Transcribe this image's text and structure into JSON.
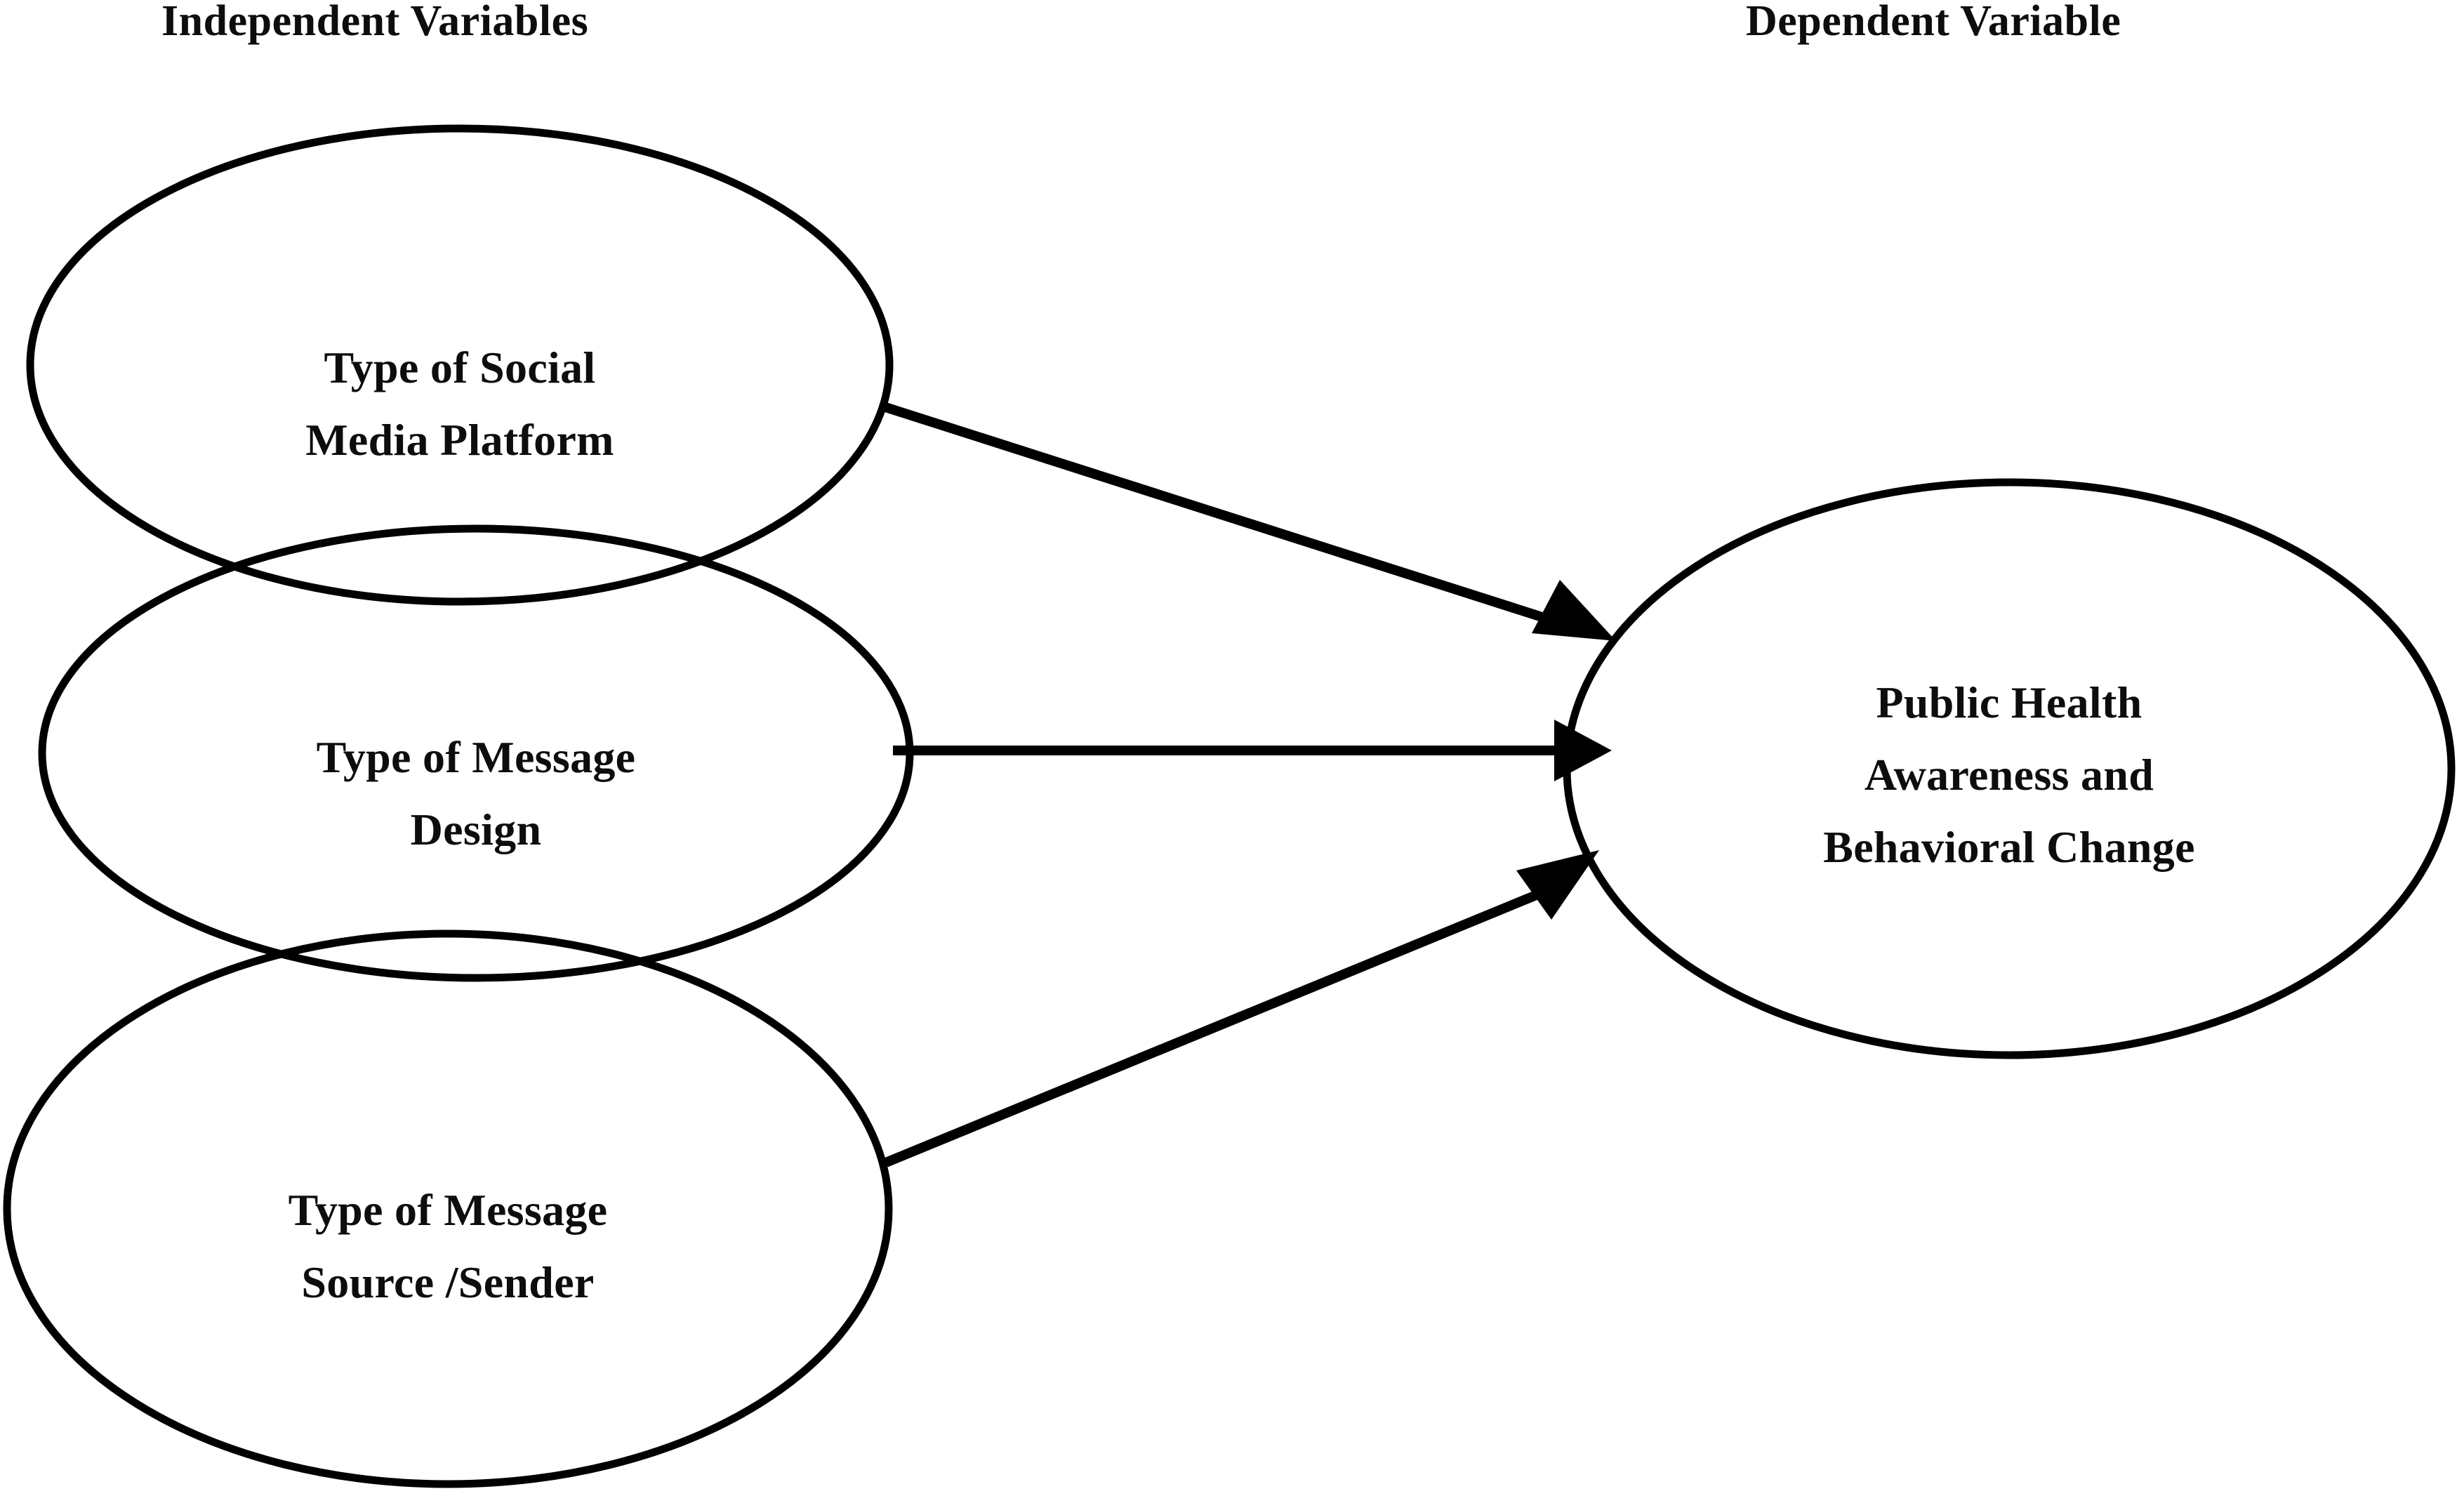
{
  "figure": {
    "type": "conceptual-framework-diagram",
    "background_color": "#ffffff",
    "stroke_color": "#000000",
    "text_color": "#0d0d0d"
  },
  "headings": {
    "left": "Independent Variables",
    "right": "Dependent Variable"
  },
  "independent_variables": [
    {
      "id": "social-media-platform",
      "lines": [
        "Type of Social",
        "Media Platform"
      ],
      "line1": "Type of Social",
      "line2": "Media Platform"
    },
    {
      "id": "message-design",
      "lines": [
        "Type of Message",
        "Design"
      ],
      "line1": "Type of Message",
      "line2": "Design"
    },
    {
      "id": "message-source",
      "lines": [
        "Type of Message",
        "Source /Sender"
      ],
      "line1": "Type of Message",
      "line2": "Source /Sender"
    }
  ],
  "dependent_variable": {
    "id": "public-health-outcome",
    "lines": [
      "Public Health",
      "Awareness and",
      "Behavioral Change"
    ],
    "line1": "Public Health",
    "line2": "Awareness and",
    "line3": "Behavioral Change"
  },
  "arrows": [
    {
      "id": "arrow-platform-to-outcome",
      "from": "social-media-platform",
      "to": "public-health-outcome",
      "direction": "down-right"
    },
    {
      "id": "arrow-design-to-outcome",
      "from": "message-design",
      "to": "public-health-outcome",
      "direction": "right"
    },
    {
      "id": "arrow-source-to-outcome",
      "from": "message-source",
      "to": "public-health-outcome",
      "direction": "up-right"
    }
  ]
}
